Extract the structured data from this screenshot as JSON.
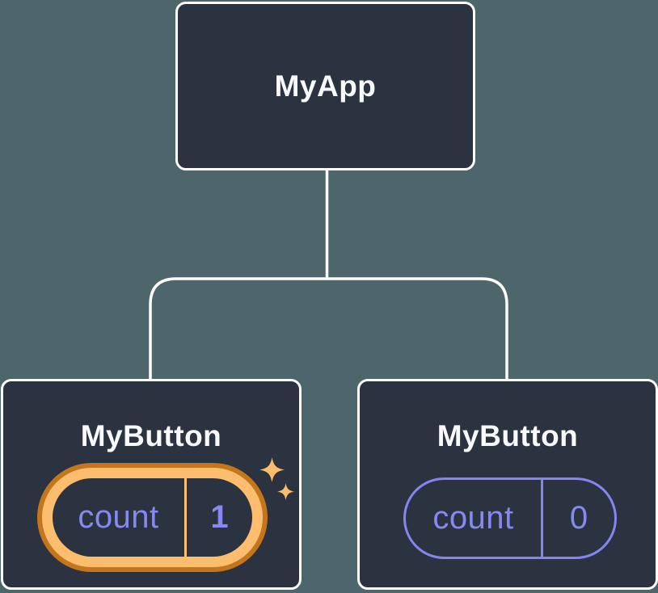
{
  "diagram": {
    "description": "React component tree showing state update",
    "root": {
      "label": "MyApp"
    },
    "children": [
      {
        "label": "MyButton",
        "state": {
          "name": "count",
          "value": "1"
        },
        "highlighted": true
      },
      {
        "label": "MyButton",
        "state": {
          "name": "count",
          "value": "0"
        },
        "highlighted": false
      }
    ]
  },
  "colors": {
    "background": "#4C666B",
    "node_fill": "#2C3340",
    "node_border": "#FFFFFF",
    "state_purple": "#8589F0",
    "highlight_orange_dark": "#C4761D",
    "highlight_orange_light": "#FCBE6E"
  },
  "icons": {
    "sparkle_large": "sparkle (state just updated)",
    "sparkle_small": "sparkle (state just updated)"
  }
}
